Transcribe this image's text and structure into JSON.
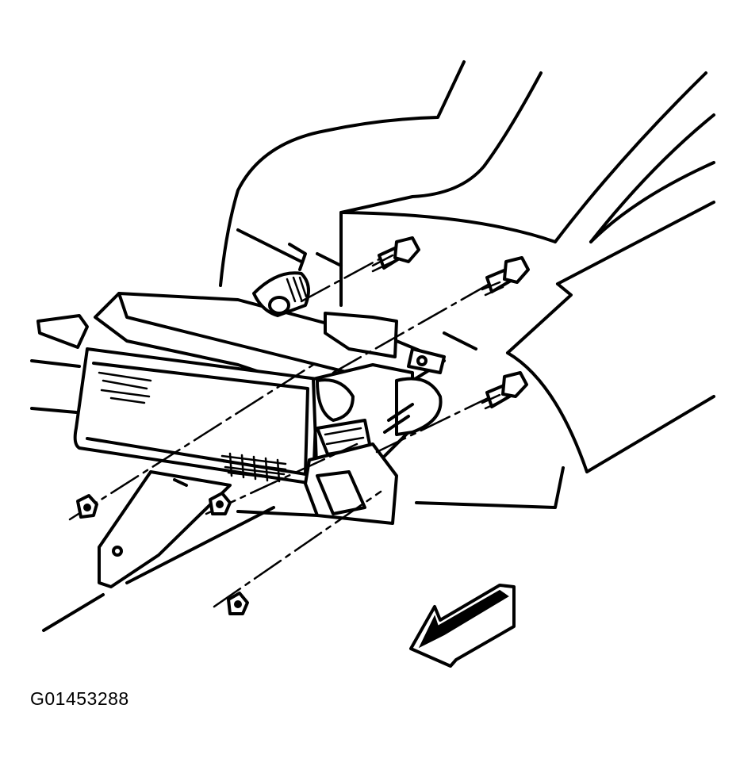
{
  "figure": {
    "id_label": "G01453288",
    "line_color": "#000000",
    "background_color": "#ffffff",
    "parts": [
      "fender-panel",
      "fog-lamp-assembly",
      "mounting-bracket",
      "screw",
      "nut",
      "direction-arrow-icon"
    ]
  }
}
